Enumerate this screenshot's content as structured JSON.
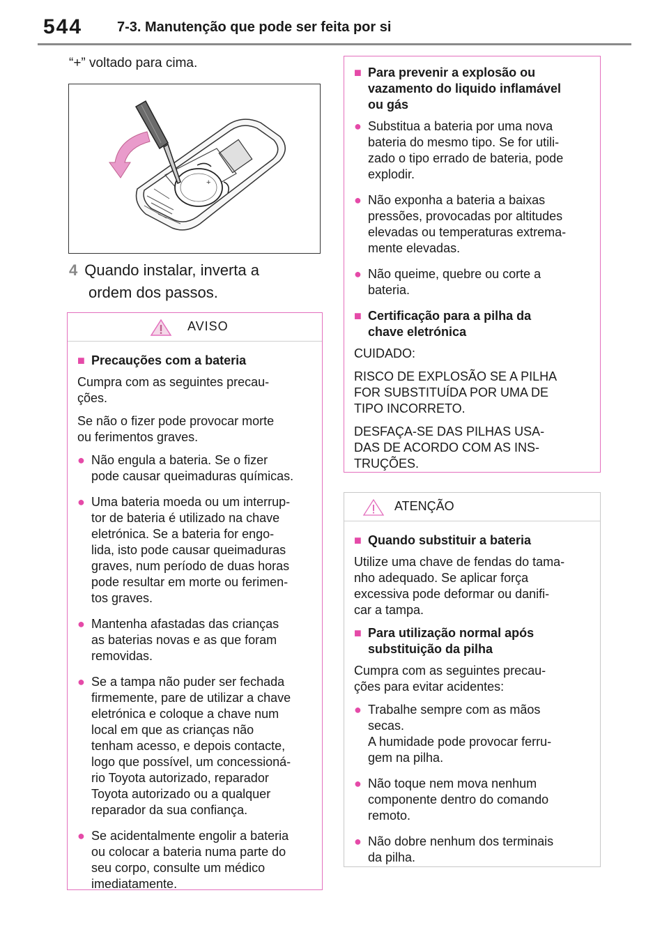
{
  "header": {
    "page_number": "544",
    "section_title": "7-3. Manutenção que pode ser feita por si"
  },
  "intro_text": "“+” voltado para cima.",
  "figure": {
    "mark": "+"
  },
  "step": {
    "number": "4",
    "line1": "Quando instalar, inverta a",
    "line2": "ordem dos passos."
  },
  "aviso": {
    "title": "AVISO",
    "sections": [
      {
        "heading": "Precauções com a bateria",
        "paras": [
          "Cumpra com as seguintes precau-\nções.",
          "Se não o fizer pode provocar morte\nou ferimentos graves."
        ],
        "bullets": [
          "Não engula a bateria. Se o fizer\npode causar queimaduras químicas.",
          "Uma bateria moeda ou um interrup-\ntor de bateria é utilizado na chave\neletrónica. Se a bateria for engo-\nlida, isto pode causar queimaduras\ngraves, num período de duas horas\npode resultar em morte ou ferimen-\ntos graves.",
          "Mantenha afastadas das crianças\nas baterias novas e as que foram\nremovidas.",
          "Se a tampa não puder ser fechada\nfirmemente, pare de utilizar a chave\neletrónica e coloque a chave num\nlocal em que as crianças não\ntenham acesso, e depois contacte,\nlogo que possível, um concessioná-\nrio Toyota autorizado, reparador\nToyota autorizado ou a qualquer\nreparador da sua confiança.",
          "Se acidentalmente engolir a bateria\nou colocar a bateria numa parte do\nseu corpo, consulte um médico\nimediatamente."
        ]
      }
    ]
  },
  "aviso_cont": {
    "sections": [
      {
        "heading": "Para prevenir a explosão ou\nvazamento do liquido inflamável\nou gás",
        "bullets": [
          "Substitua a bateria por uma nova\nbateria do mesmo tipo. Se for utili-\nzado o tipo errado de bateria, pode\nexplodir.",
          "Não exponha a bateria a baixas\npressões, provocadas por altitudes\nelevadas ou temperaturas extrema-\nmente elevadas.",
          "Não queime, quebre ou corte a\nbateria."
        ]
      },
      {
        "heading": "Certificação para a pilha da\nchave eletrónica",
        "paras": [
          "CUIDADO:",
          "RISCO DE EXPLOSÃO SE A PILHA\nFOR SUBSTITUÍDA POR UMA DE\nTIPO INCORRETO.",
          "DESFAÇA-SE DAS PILHAS USA-\nDAS DE ACORDO COM AS INS-\nTRUÇÕES."
        ]
      }
    ]
  },
  "atencao": {
    "title": "ATENÇÃO",
    "sections": [
      {
        "heading": "Quando substituir a bateria",
        "paras": [
          "Utilize uma chave de fendas do tama-\nnho adequado. Se aplicar força\nexcessiva pode deformar ou danifi-\ncar a tampa."
        ]
      },
      {
        "heading": "Para utilização normal após\nsubstituição da pilha",
        "paras": [
          "Cumpra com as seguintes precau-\nções para evitar acidentes:"
        ],
        "bullets": [
          "Trabalhe sempre com as mãos\nsecas.\nA humidade pode provocar ferru-\ngem na pilha.",
          "Não toque nem mova nenhum\ncomponente dentro do comando\nremoto.",
          "Não dobre nenhum dos terminais\nda pilha."
        ]
      }
    ]
  },
  "colors": {
    "accent_pink": "#e54aa8",
    "box_border_pink": "#e36fbd",
    "box_border_gray": "#c8c8c8"
  },
  "icons": {
    "heading_marker": "■",
    "bullet_marker": "●",
    "warning_icon": "warning-triangle-icon"
  }
}
